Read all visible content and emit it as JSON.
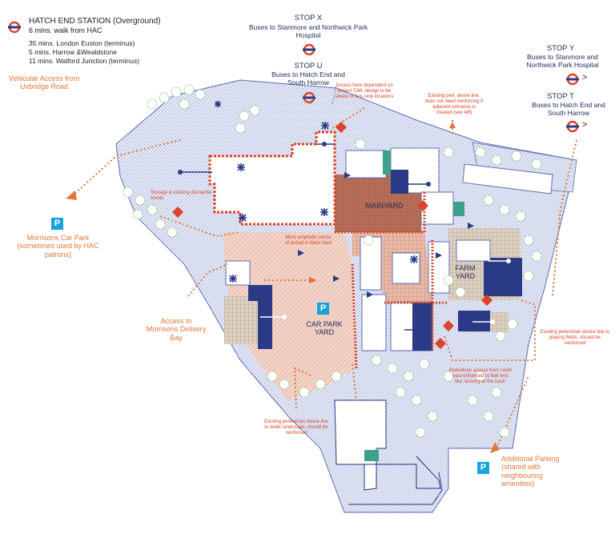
{
  "colors": {
    "navy": "#2b3a86",
    "hatch_blue": "#9aa8d6",
    "orange": "#e0783a",
    "red_accent": "#d9442b",
    "green": "#6fae5e",
    "salmon": "#e9a48f",
    "brown": "#b5603f",
    "parking_blue": "#17a4dc",
    "teal": "#3fa08a"
  },
  "station": {
    "title": "HATCH END STATION (Overground)",
    "walk": "6 mins. walk from HAC",
    "routes": [
      "35 mins. London Euston (terminus)",
      "5 mins.  Harrow &Wealdstone",
      "11 mins. Watford Junction (terminus)"
    ],
    "icon": "underground-roundel-icon"
  },
  "stops": {
    "x": {
      "title": "STOP X",
      "desc": "Buses to Stanmore and Northwick Park Hospital"
    },
    "u": {
      "title": "STOP U",
      "desc": "Buses to Hatch End and South Harrow"
    },
    "y": {
      "title": "STOP Y",
      "desc": "Buses to Stanmore and Northwick Park Hospital"
    },
    "t": {
      "title": "STOP T",
      "desc": "Buses to Hatch End and South Harrow"
    },
    "arrow_glyph": ">"
  },
  "labels": {
    "vehicular": "Vehicular Access from Uxbridge Road",
    "morrisons_car_park": "Morrisons Car Park (sometimes used by HAC patrons)",
    "morrisons_delivery": "Access to Morrisons Delivery Bay",
    "additional_parking": "Additional Parking (shared with neighbouring amenities)",
    "mainyard": "MAINYARD",
    "farm_yard": "FARM YARD",
    "car_park_yard": "CAR PARK YARD",
    "parking_symbol": "P"
  },
  "notes": {
    "access_here": "Access here dependent on project CMt, design to be aware of bus stop locations",
    "existing_ped": "Existing ped. desire line, does not need reinforcing if adjacent entrance is created (see left)",
    "storage": "Storage & existing dismantle bonds",
    "more_emphatic": "More emphatic sense of arrival in Main Yard",
    "playing_fields": "Existing pedestrian desire line to playing fields, should be reinforced",
    "south_east": "Pedestrian access from south east enhanced to feel less like 'arriving at the back'",
    "wider_landscape": "Existing pedestrian desire line to wider landscape, should be reinforced"
  }
}
